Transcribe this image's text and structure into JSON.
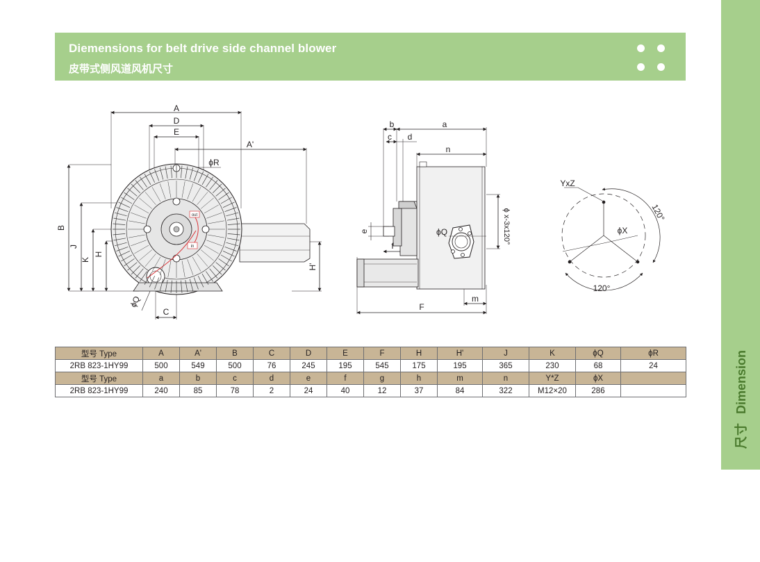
{
  "header": {
    "title_en": "Diemensions for belt drive side channel blower",
    "title_cn": "皮带式侧风道风机尺寸"
  },
  "side_tab": {
    "cn": "尺寸",
    "en": "Dimension"
  },
  "drawing_labels": {
    "front": {
      "A": "A",
      "D": "D",
      "E": "E",
      "A_prime": "A'",
      "phiR": "ϕR",
      "B": "B",
      "J": "J",
      "K": "K",
      "H": "H",
      "H_prime": "H'",
      "phiQ": "ϕQ",
      "C": "C",
      "out": "out",
      "in": "in"
    },
    "side": {
      "b": "b",
      "a": "a",
      "c": "c",
      "d": "d",
      "n": "n",
      "e": "e",
      "f": "f",
      "phiQ": "ϕQ",
      "F": "F",
      "m": "m",
      "phix": "ϕ x-3x120°"
    },
    "flange": {
      "YxZ": "YxZ",
      "phiX": "ϕX",
      "angle1": "120°",
      "angle2": "120°"
    }
  },
  "table": {
    "rows": [
      {
        "kind": "head",
        "cells": [
          "型号 Type",
          "A",
          "A'",
          "B",
          "C",
          "D",
          "E",
          "F",
          "H",
          "H'",
          "J",
          "K",
          "ϕQ",
          "ϕR"
        ]
      },
      {
        "kind": "vals",
        "cells": [
          "2RB 823-1HY99",
          "500",
          "549",
          "500",
          "76",
          "245",
          "195",
          "545",
          "175",
          "195",
          "365",
          "230",
          "68",
          "24"
        ]
      },
      {
        "kind": "head",
        "cells": [
          "型号 Type",
          "a",
          "b",
          "c",
          "d",
          "e",
          "f",
          "g",
          "h",
          "m",
          "n",
          "Y*Z",
          "ϕX",
          ""
        ]
      },
      {
        "kind": "vals",
        "cells": [
          "2RB 823-1HY99",
          "240",
          "85",
          "78",
          "2",
          "24",
          "40",
          "12",
          "37",
          "84",
          "322",
          "M12×20",
          "286",
          ""
        ]
      }
    ]
  },
  "colors": {
    "band": "#a6cf8c",
    "table_head": "#c8b596",
    "side_text": "#4a7a2d",
    "annotation_red": "#d9252a"
  }
}
